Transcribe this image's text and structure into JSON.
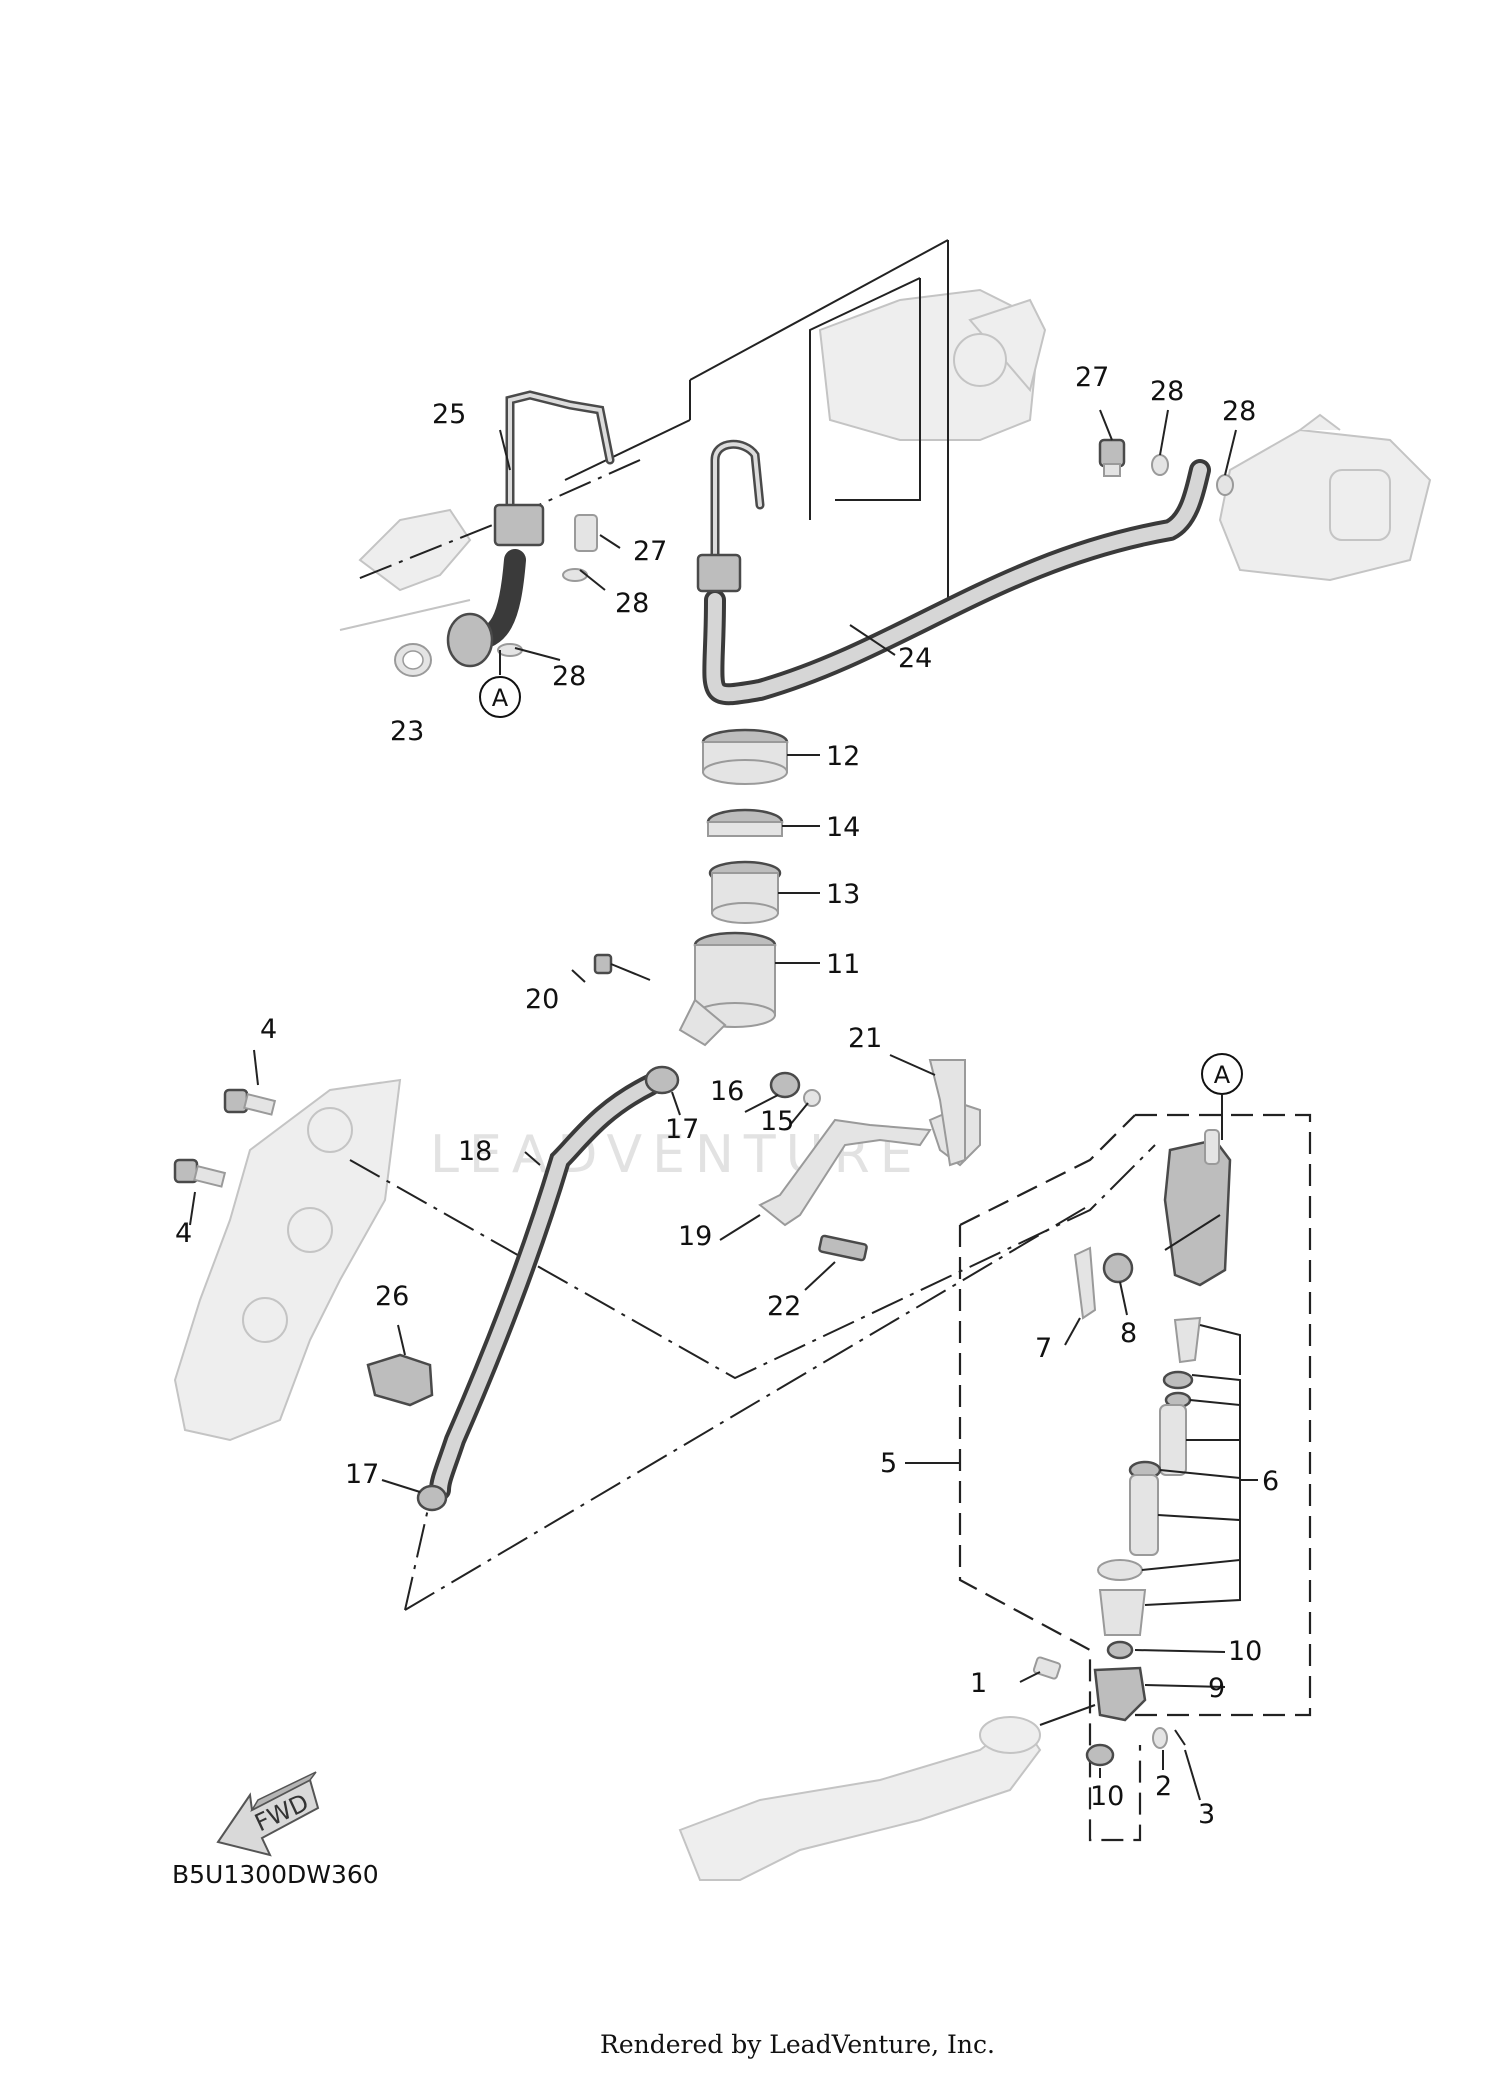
{
  "diagram": {
    "callouts": [
      "1",
      "2",
      "3",
      "4",
      "4",
      "5",
      "6",
      "7",
      "8",
      "9",
      "10",
      "10",
      "11",
      "12",
      "13",
      "14",
      "15",
      "16",
      "17",
      "17",
      "18",
      "19",
      "20",
      "21",
      "22",
      "23",
      "24",
      "25",
      "26",
      "27",
      "27",
      "28",
      "28",
      "28",
      "28"
    ],
    "reference_markers": [
      "A",
      "A"
    ],
    "direction_badge": "FWD",
    "watermark": "LEADVENTURE",
    "diagram_code": "B5U1300DW360",
    "footer": "Rendered by LeadVenture, Inc."
  },
  "colors": {
    "ink": "#111111",
    "part_fill": "#e4e4e4",
    "ghost_fill": "#eeeeee"
  }
}
